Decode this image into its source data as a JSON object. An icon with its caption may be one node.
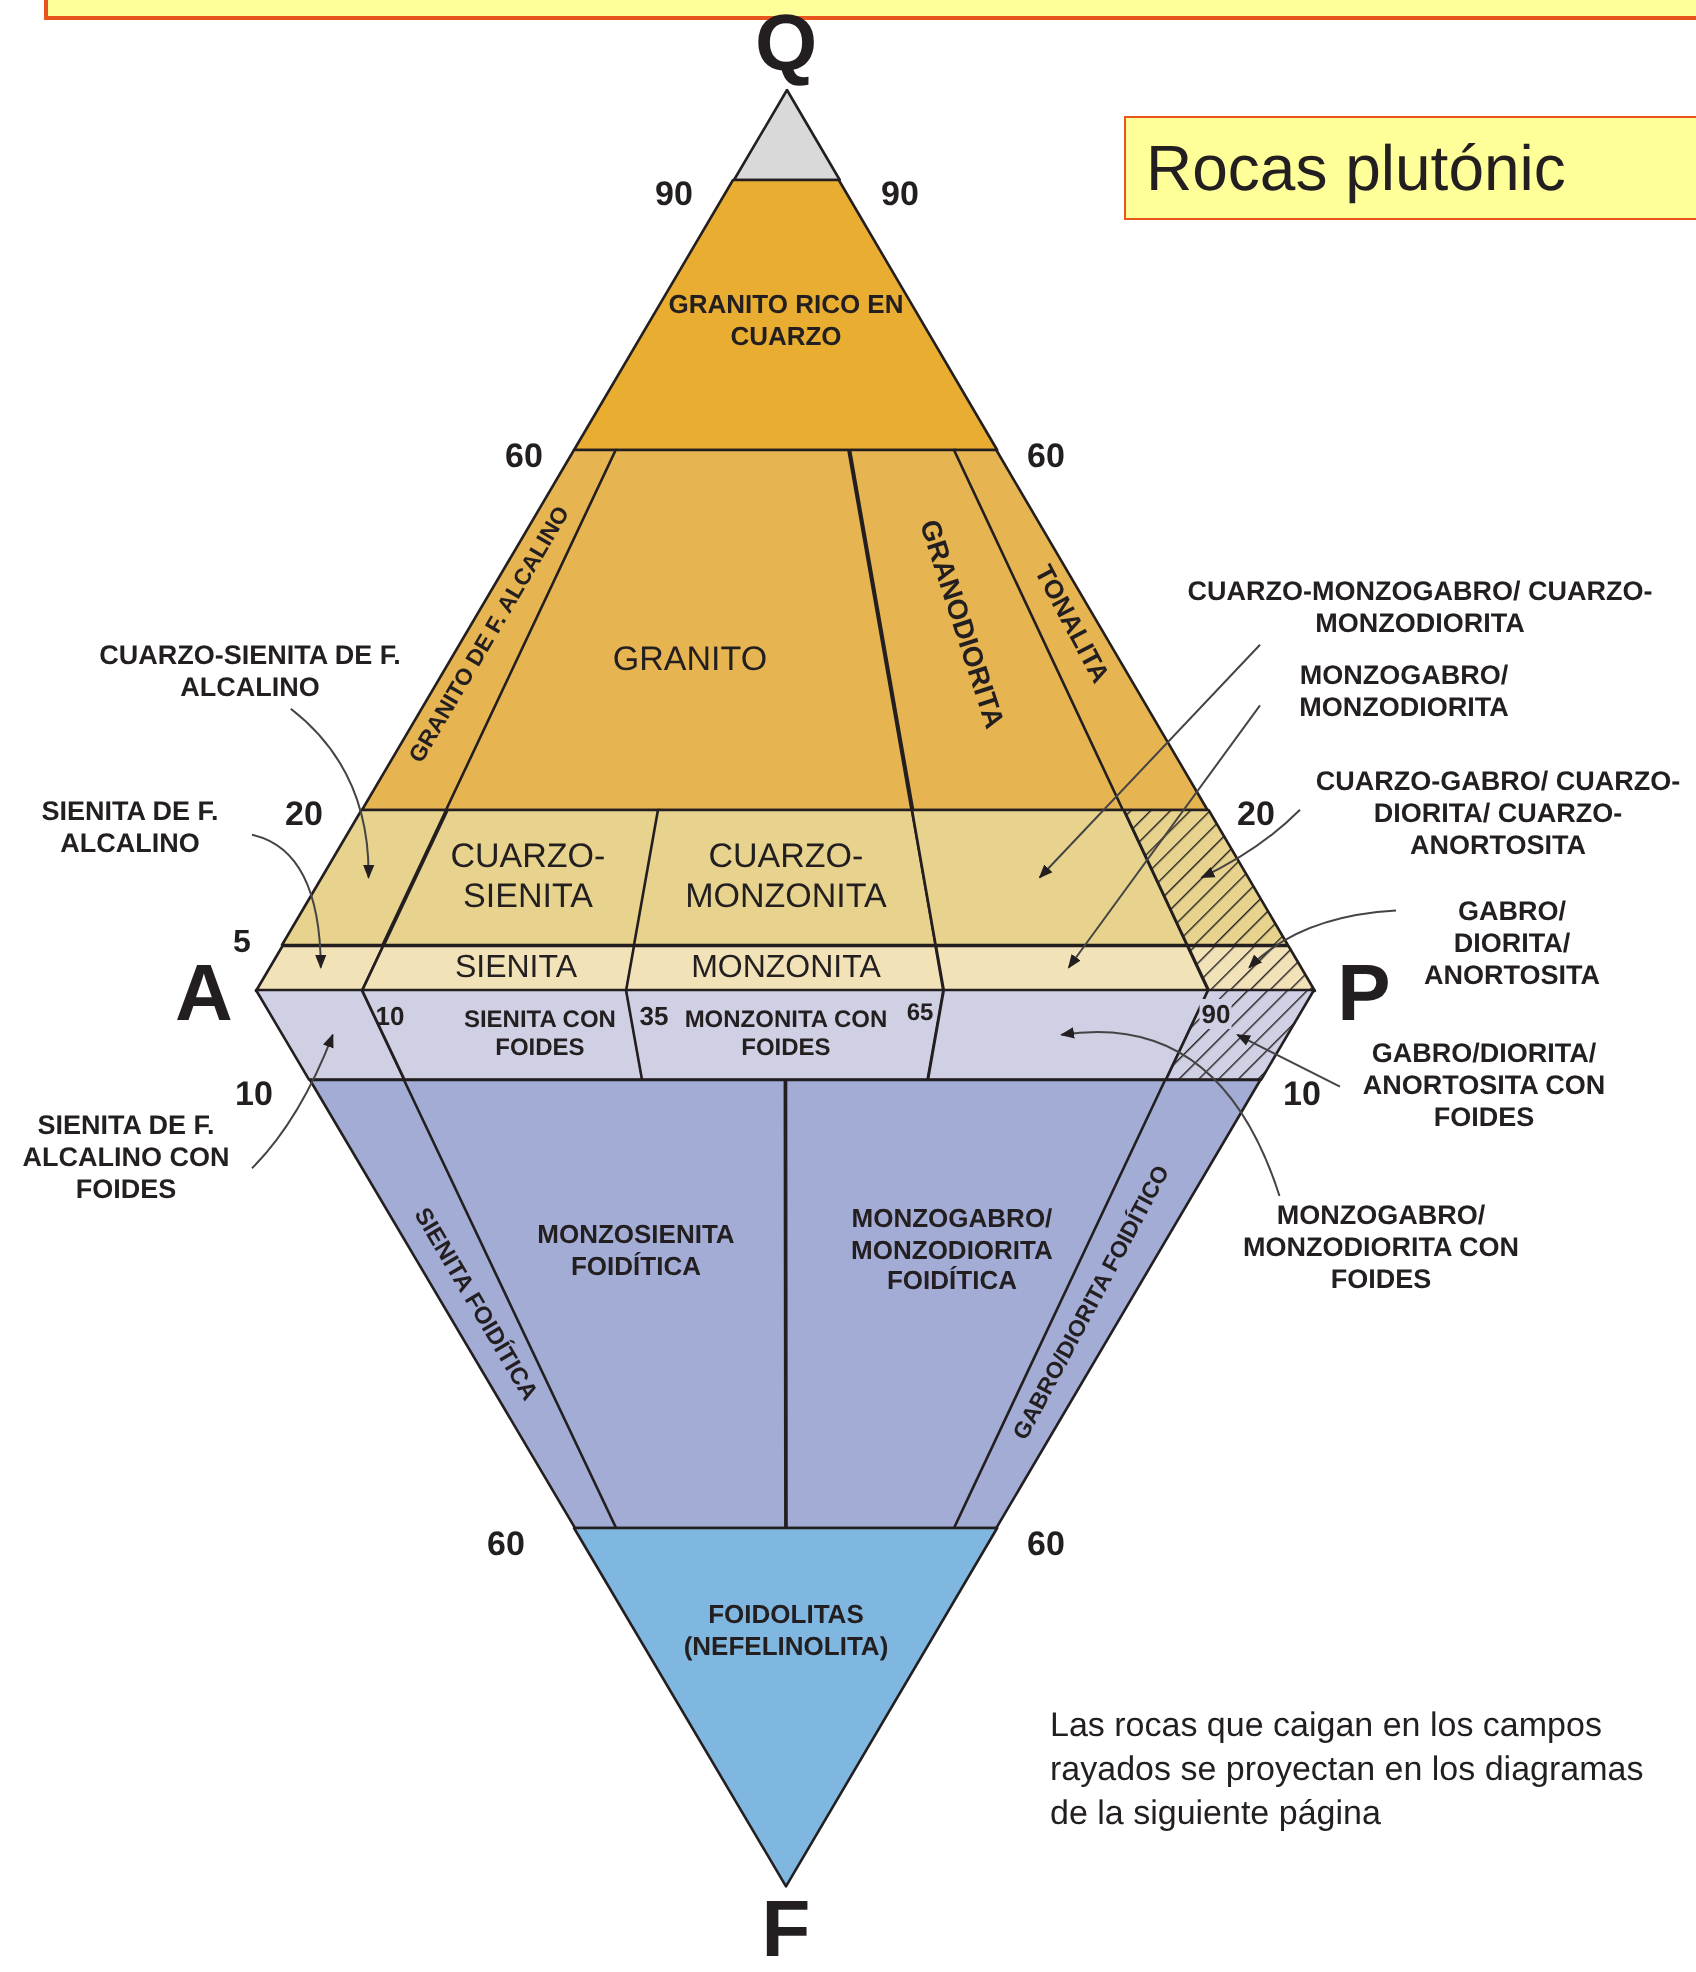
{
  "diagram": {
    "title": "Rocas plutónic",
    "nodes": [
      {
        "text": [],
        "shape": "triangle"
      },
      {
        "text": [
          "GRANITO RICO EN CUARZO"
        ]
      },
      {
        "text": [
          "GRANITO DE F. ALCALINO"
        ]
      },
      {
        "text": [
          "GRANITO"
        ]
      },
      {
        "text": [
          "GRANODIORITA"
        ]
      },
      {
        "text": [
          "TONALITA"
        ]
      },
      {
        "text": [
          "CUARZO-MONZOGABRO/ CUARZO-MONZODIORITA"
        ]
      },
      {
        "text": [
          "CUARZO-SIENITA DE F. ALCALINO"
        ]
      },
      {
        "text": [
          "MONZOGABRO/ MONZODIORITA"
        ]
      },
      {
        "text": [
          "SIENITA DE F. ALCALINO"
        ]
      },
      {
        "text": [],
        "shape": "polygon"
      },
      {
        "text": [
          "CUARZO- SIENITA"
        ]
      },
      {
        "text": [
          "CUARZO- MONZONITA"
        ]
      },
      {
        "text": [],
        "shape": "polygon"
      },
      {
        "text": [],
        "shape": "polygon"
      },
      {
        "text": [
          "CUARZO-GABRO/ CUARZO-DIORITA/ CUARZO-ANORTOSITA"
        ]
      },
      {
        "text": [],
        "shape": "polygon"
      },
      {
        "text": [
          "SIENITA"
        ]
      },
      {
        "text": [
          "MONZONITA"
        ]
      },
      {
        "text": [],
        "shape": "polygon"
      },
      {
        "text": [],
        "shape": "polygon"
      },
      {
        "text": [
          "GABRO/ DIORITA/ ANORTOSITA"
        ]
      },
      {
        "text": [],
        "shape": "polygon"
      },
      {
        "text": [
          "SIENITA CON FOIDES"
        ]
      },
      {
        "text": [
          "MONZONITA CON FOIDES"
        ]
      },
      {
        "text": [],
        "shape": "polygon"
      },
      {
        "text": [],
        "shape": "polygon"
      },
      {
        "text": [
          "GABRO/DIORITA/ ANORTOSITA CON FOIDES"
        ]
      },
      {
        "text": [
          "SIENITA DE F. ALCALINO CON FOIDES"
        ]
      },
      {
        "text": [
          "SIENITA FOIDÍTICA"
        ]
      },
      {
        "text": [
          "MONZOSIENITA FOIDÍTICA"
        ]
      },
      {
        "text": [
          "MONZOGABRO/ MONZODIORITA FOIDÍTICA"
        ]
      },
      {
        "text": [
          "GABRO/DIORITA FOIDÍTICO"
        ]
      },
      {
        "text": [
          "MONZOGABRO/ MONZODIORITA CON FOIDES"
        ]
      },
      {
        "text": [
          "FOIDOLITAS (NEFELINOLITA)"
        ]
      }
    ],
    "edges": [
      {
        "from": 6,
        "to": 13,
        "arrow": "to"
      },
      {
        "from": 7,
        "to": 10,
        "arrow": "to"
      },
      {
        "from": 8,
        "to": 19,
        "arrow": "to"
      },
      {
        "from": 9,
        "to": 16,
        "arrow": "to"
      },
      {
        "from": 15,
        "to": 14,
        "arrow": "to"
      },
      {
        "from": 21,
        "to": 20,
        "arrow": "to"
      },
      {
        "from": 27,
        "to": 26,
        "arrow": "to"
      },
      {
        "from": 28,
        "to": 22,
        "arrow": "to"
      },
      {
        "from": 33,
        "to": 25,
        "arrow": "to"
      }
    ],
    "labels": [
      "Q",
      "90",
      "90",
      "60",
      "60",
      "20",
      "20",
      "5",
      "A",
      "P",
      "10",
      "35",
      "65",
      "90",
      "10",
      "10",
      "60",
      "60",
      "Las rocas que caigan en los campos rayados se proyectan en los diagramas de la siguiente página",
      "F"
    ]
  }
}
